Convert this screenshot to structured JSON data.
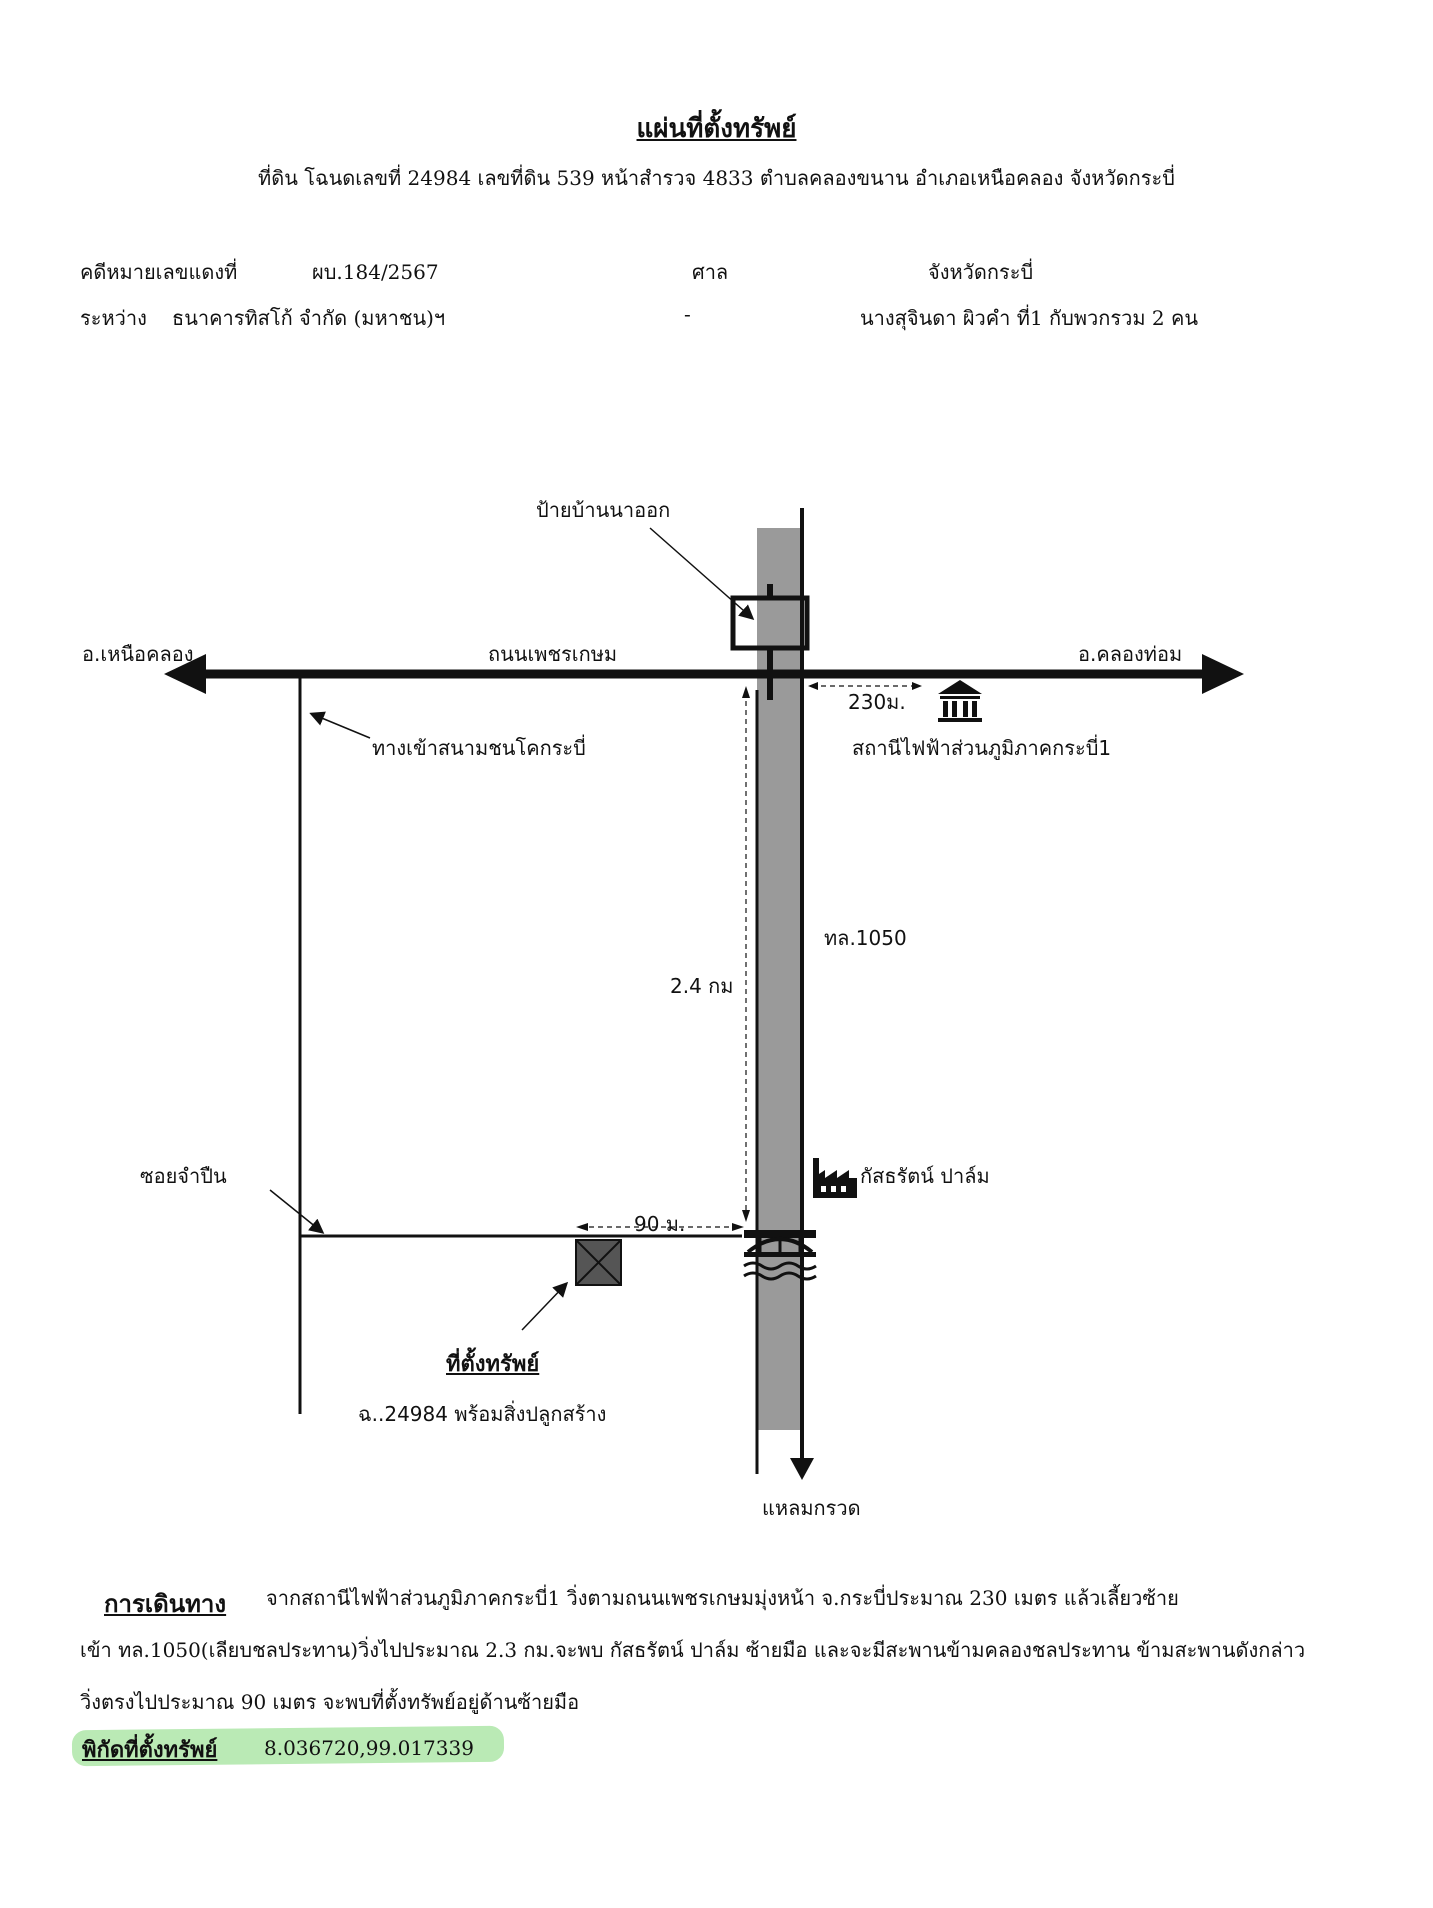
{
  "header": {
    "title": "แผ่นที่ตั้งทรัพย์",
    "subtitle": "ที่ดิน โฉนดเลขที่ 24984 เลขที่ดิน 539 หน้าสำรวจ 4833 ตำบลคลองขนาน อำเภอเหนือคลอง จังหวัดกระบี่"
  },
  "case": {
    "case_label": "คดีหมายเลขแดงที่",
    "case_number": "ผบ.184/2567",
    "court_label": "ศาล",
    "court_name": "จังหวัดกระบี่",
    "between_label": "ระหว่าง",
    "plaintiff": "ธนาคารทิสโก้ จำกัด (มหาชน)ฯ",
    "dash": "-",
    "defendant": "นางสุจินดา ผิวคำ ที่1 กับพวกรวม 2 คน"
  },
  "map": {
    "sign_label": "ป้ายบ้านนาออก",
    "left_direction": "อ.เหนือคลอง",
    "main_road": "ถนนเพชรเกษม",
    "right_direction": "อ.คลองท่อม",
    "dist_230": "230ม.",
    "substation": "สถานีไฟฟ้าส่วนภูมิภาคกระบี่1",
    "stadium_entrance": "ทางเข้าสนามชนโคกระบี่",
    "highway": "ทล.1050",
    "dist_2_4": "2.4 กม",
    "soi": "ซอยจำปืน",
    "palm": "กัสธรัตน์ ปาล์ม",
    "dist_90": "90 ม.",
    "property_label": "ที่ตั้งทรัพย์",
    "property_desc": "ฉ..24984 พร้อมสิ่งปลูกสร้าง",
    "south_direction": "แหลมกรวด",
    "icons": {
      "substation": "government-building-icon",
      "palm": "factory-icon",
      "bridge": "bridge-icon",
      "property": "property-box-icon",
      "sign": "signboard-icon"
    }
  },
  "directions": {
    "heading": "การเดินทาง",
    "line1": "จากสถานีไฟฟ้าส่วนภูมิภาคกระบี่1 วิ่งตามถนนเพชรเกษมมุ่งหน้า จ.กระบี่ประมาณ 230 เมตร แล้วเลี้ยวซ้าย",
    "line2": "เข้า ทล.1050(เลียบชลประทาน)วิ่งไปประมาณ 2.3 กม.จะพบ กัสธรัตน์ ปาล์ม ซ้ายมือ และจะมีสะพานข้ามคลองชลประทาน ข้ามสะพานดังกล่าว",
    "line3": "วิ่งตรงไปประมาณ 90 เมตร จะพบที่ตั้งทรัพย์อยู่ด้านซ้ายมือ"
  },
  "coordinates": {
    "label": "พิกัดที่ตั้งทรัพย์",
    "value": "8.036720,99.017339"
  },
  "colors": {
    "canal_fill": "#9a9a9a",
    "highlight": "#aee6a8",
    "ink": "#111111"
  }
}
